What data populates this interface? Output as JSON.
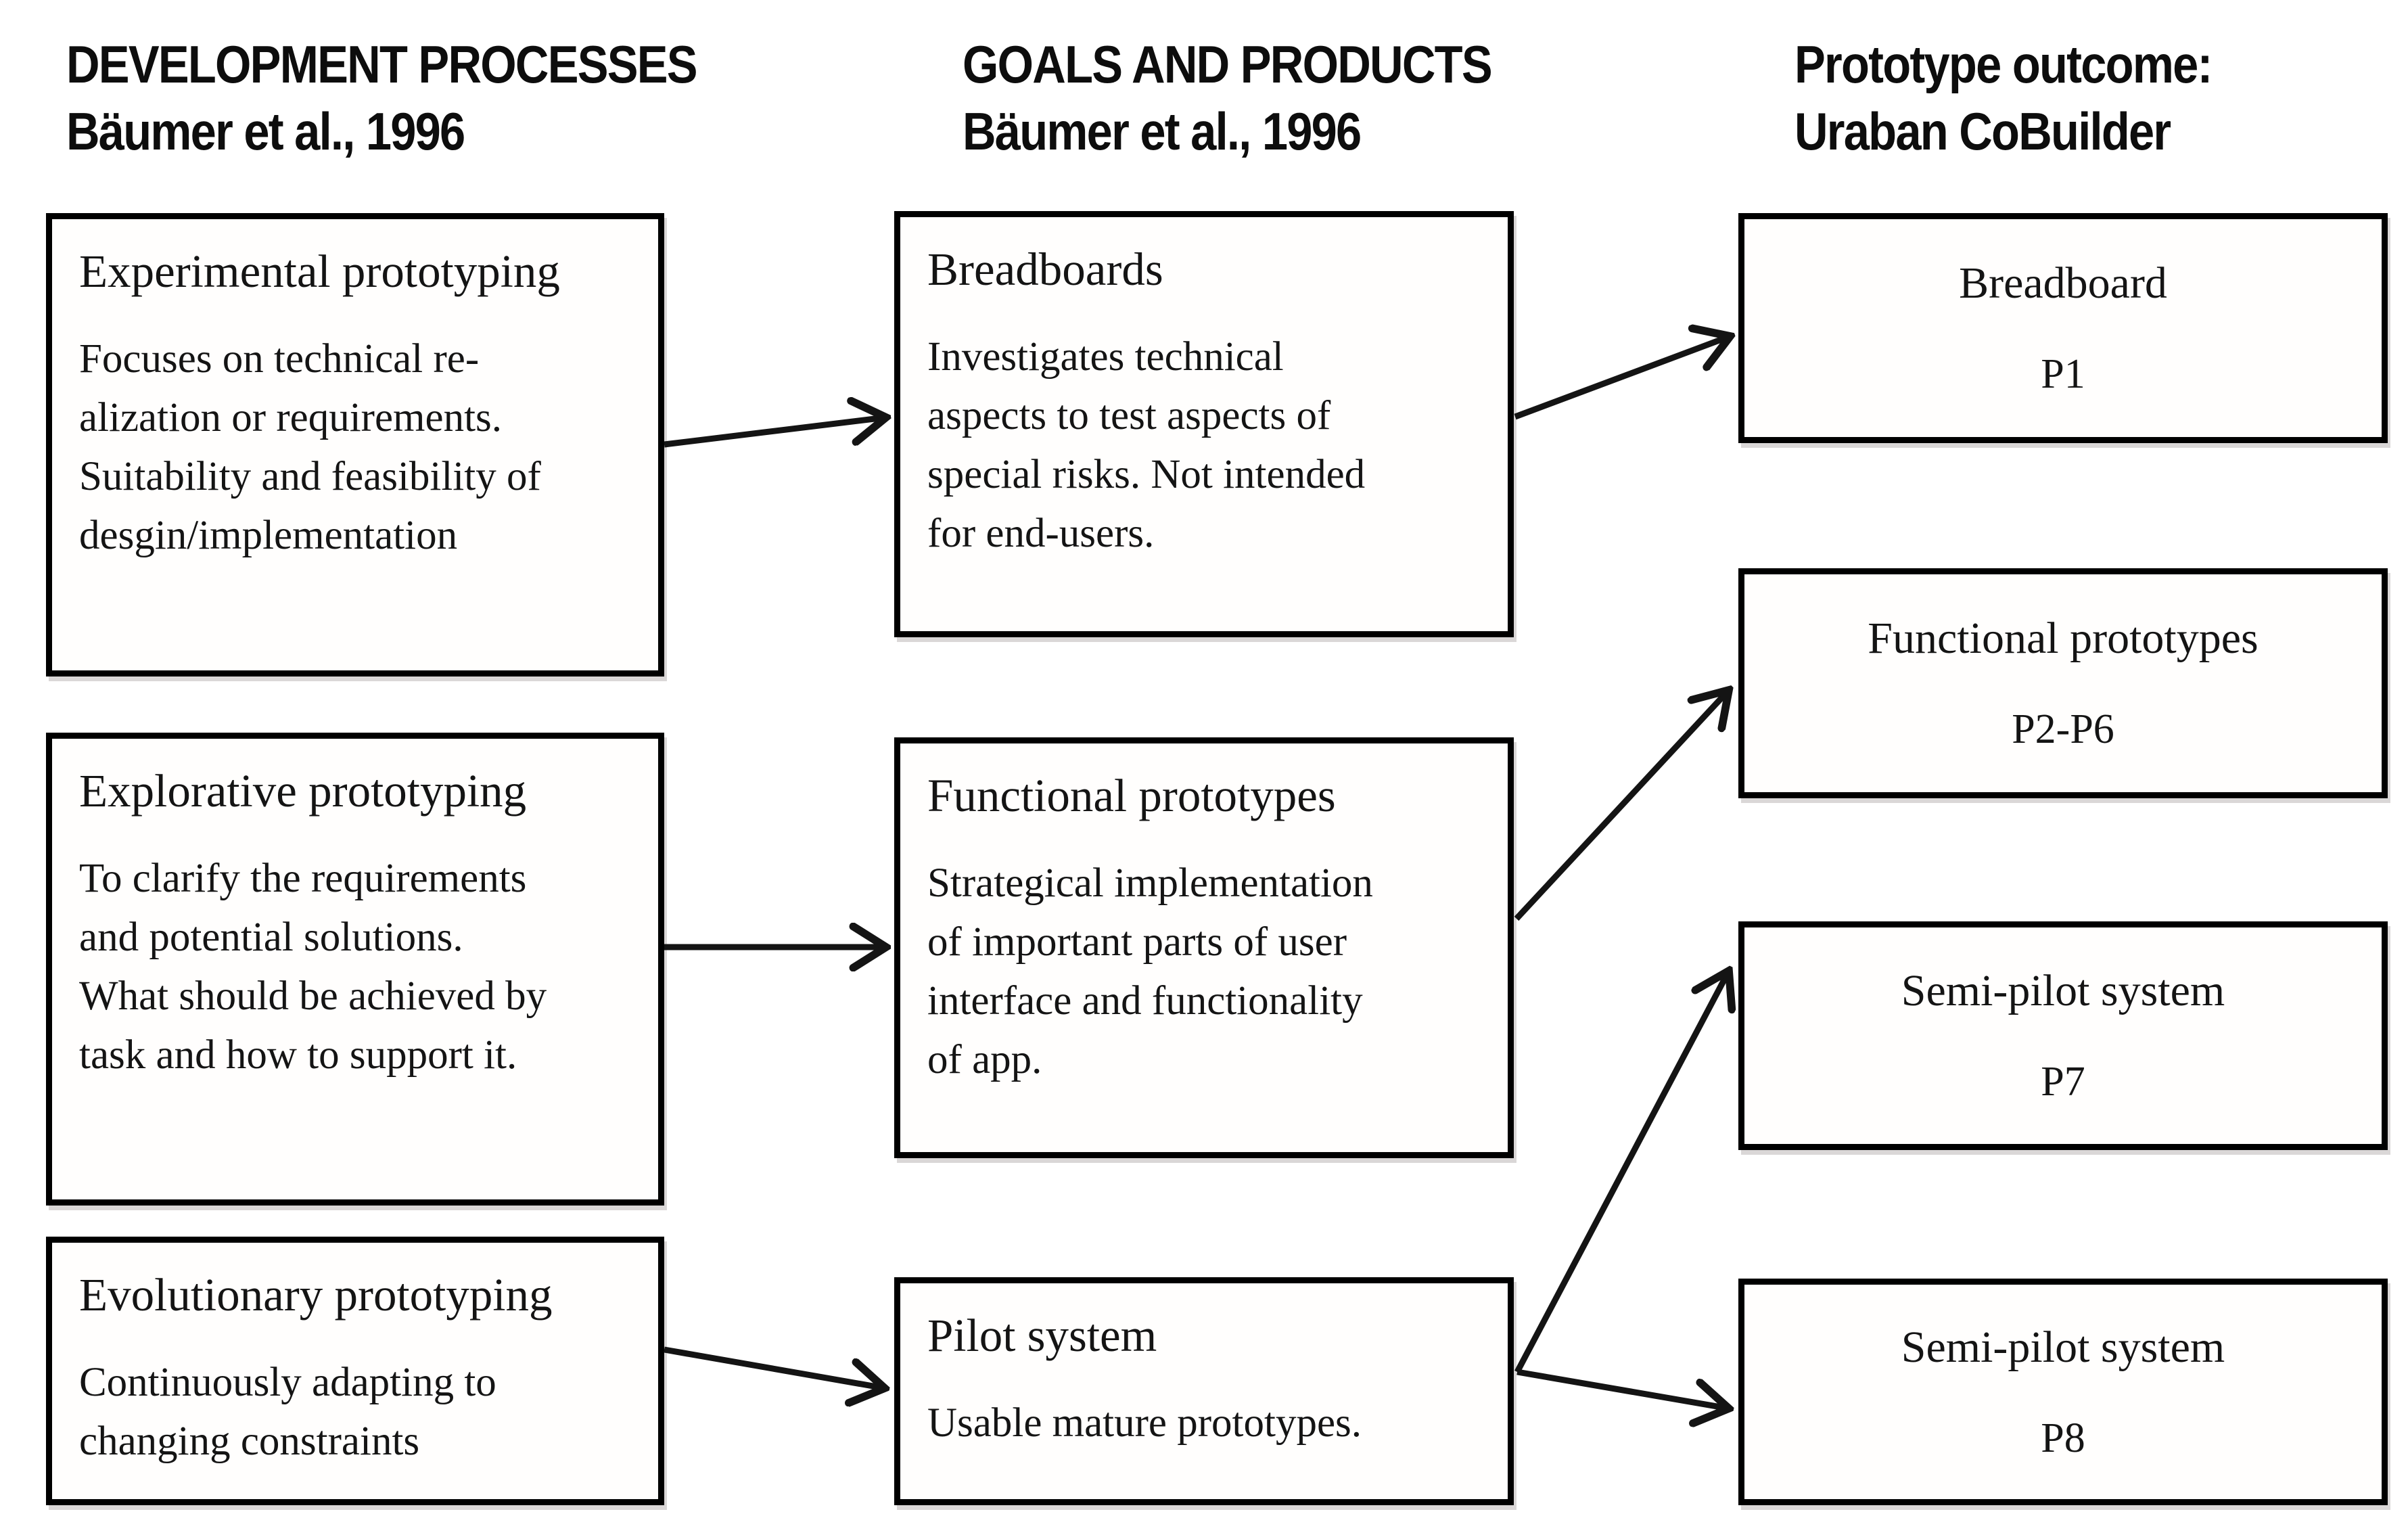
{
  "headers": [
    {
      "text": "DEVELOPMENT PROCESSES\nBäumer et al., 1996"
    },
    {
      "text": "GOALS AND PRODUCTS\nBäumer et al., 1996"
    },
    {
      "text": "Prototype outcome:\nUraban CoBuilder"
    }
  ],
  "process_boxes": [
    {
      "title": "Experimental prototyping",
      "body": "Focuses on technical re-\nalization or requirements.\nSuitability and feasibility of\ndesgin/implementation"
    },
    {
      "title": "Explorative prototyping",
      "body": "To clarify the requirements\nand potential solutions.\nWhat should be achieved by\ntask and how to support it."
    },
    {
      "title": "Evolutionary prototyping",
      "body": "Continuously adapting to\nchanging constraints"
    }
  ],
  "goal_boxes": [
    {
      "title": "Breadboards",
      "body": "Investigates technical\naspects to test aspects of\nspecial risks. Not intended\nfor end-users."
    },
    {
      "title": "Functional prototypes",
      "body": "Strategical implementation\nof important parts of user\ninterface and functionality\nof app."
    },
    {
      "title": "Pilot system",
      "body": "Usable mature prototypes."
    }
  ],
  "outcome_boxes": [
    {
      "title": "Breadboard",
      "label": "P1"
    },
    {
      "title": "Functional prototypes",
      "label": "P2-P6"
    },
    {
      "title": "Semi-pilot system",
      "label": "P7"
    },
    {
      "title": "Semi-pilot system",
      "label": "P8"
    }
  ],
  "colors": {
    "ink": "#141414",
    "border": "#000000",
    "background": "#ffffff"
  }
}
